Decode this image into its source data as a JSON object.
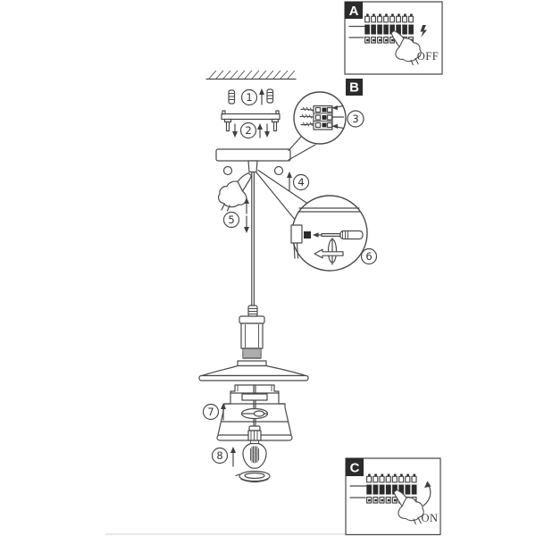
{
  "artwork": {
    "background": "#ffffff",
    "ink": "#4a4a4a",
    "dark_fill": "#2b2b2b",
    "faint_border": "#cfcfcf"
  },
  "section_labels": {
    "a": "A",
    "b": "B",
    "c": "C"
  },
  "power_insets": {
    "off_label": "OFF",
    "on_label": "ON"
  },
  "steps": {
    "n1": "1",
    "n2": "2",
    "n3": "3",
    "n4": "4",
    "n5": "5",
    "n6": "6",
    "n7": "7",
    "n8": "8"
  }
}
